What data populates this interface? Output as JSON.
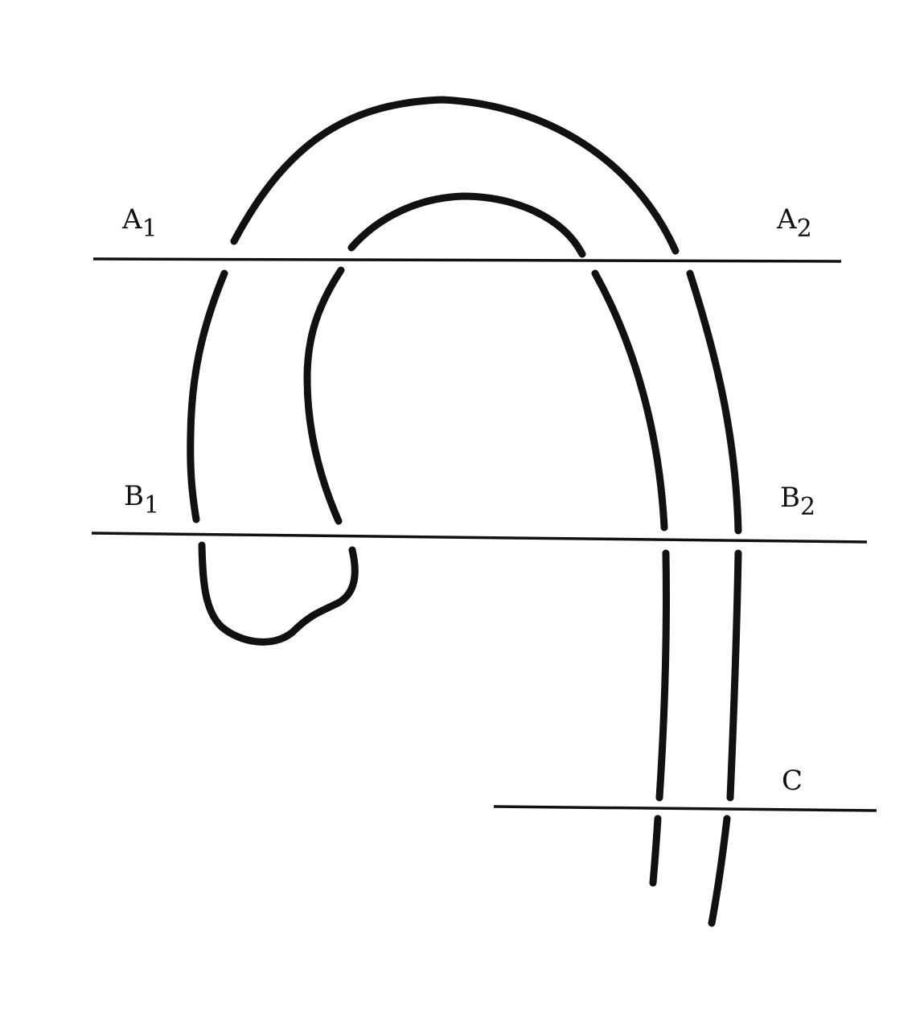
{
  "diagram": {
    "labels": {
      "a1": {
        "letter": "A",
        "subscript": "1"
      },
      "a2": {
        "letter": "A",
        "subscript": "2"
      },
      "b1": {
        "letter": "B",
        "subscript": "1"
      },
      "b2": {
        "letter": "B",
        "subscript": "2"
      },
      "c": {
        "letter": "C",
        "subscript": ""
      }
    },
    "colors": {
      "stroke": "#111111",
      "background": "#ffffff"
    }
  }
}
